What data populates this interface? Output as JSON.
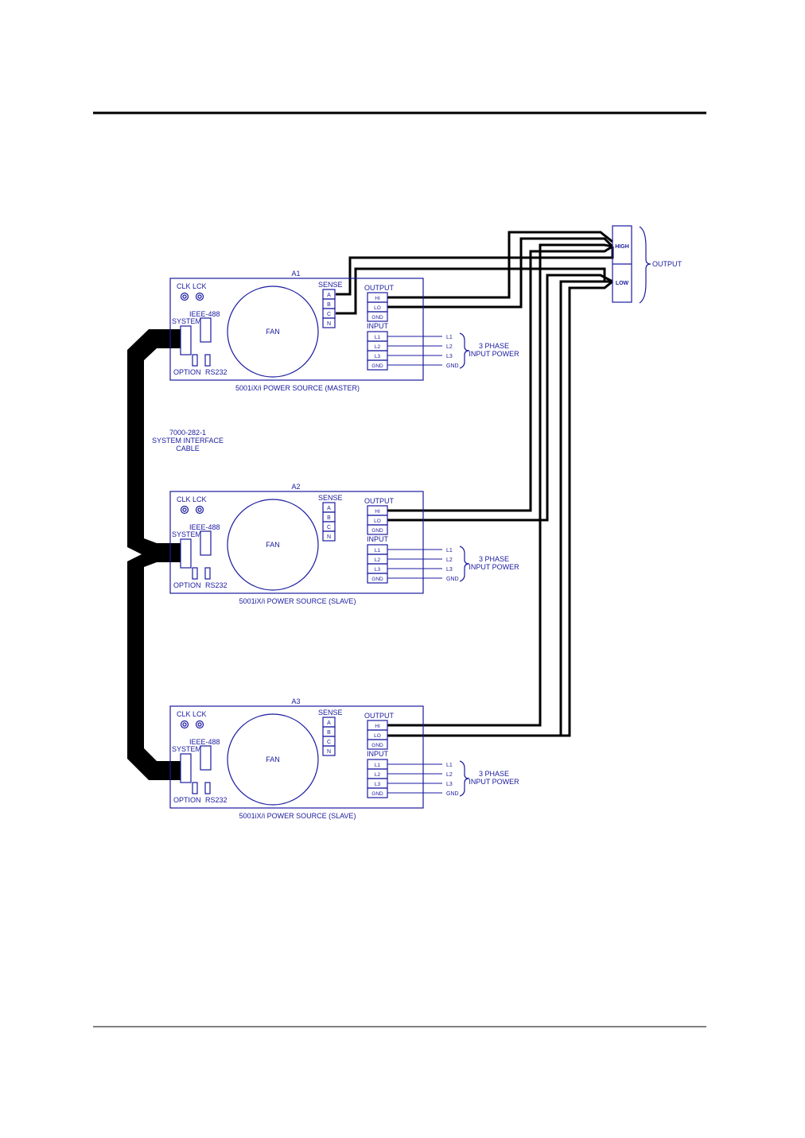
{
  "colors": {
    "diagram": "#1a1aa0",
    "cable": "#000000",
    "rule": "#000000"
  },
  "units": [
    {
      "id": "A1",
      "caption": "5001iX/i POWER SOURCE (MASTER)"
    },
    {
      "id": "A2",
      "caption": "5001iX/i POWER SOURCE (SLAVE)"
    },
    {
      "id": "A3",
      "caption": "5001iX/i POWER SOURCE (SLAVE)"
    }
  ],
  "unit_labels": {
    "clk": "CLK",
    "lck": "LCK",
    "ieee": "IEEE-488",
    "system": "SYSTEM",
    "option": "OPTION",
    "rs232": "RS232",
    "fan": "FAN",
    "sense": "SENSE",
    "sense_terms": [
      "A",
      "B",
      "C",
      "N"
    ],
    "output": "OUTPUT",
    "output_terms": [
      "HI",
      "LO",
      "GND"
    ],
    "input": "INPUT",
    "input_terms": [
      "L1",
      "L2",
      "L3",
      "GND"
    ],
    "line_labels": [
      "L1",
      "L2",
      "L3",
      "GND"
    ],
    "phase_line1": "3 PHASE",
    "phase_line2": "INPUT POWER"
  },
  "cable": {
    "line1": "7000-282-1",
    "line2": "SYSTEM INTERFACE",
    "line3": "CABLE"
  },
  "output_block": {
    "high": "HIGH",
    "low": "LOW",
    "label": "OUTPUT"
  }
}
